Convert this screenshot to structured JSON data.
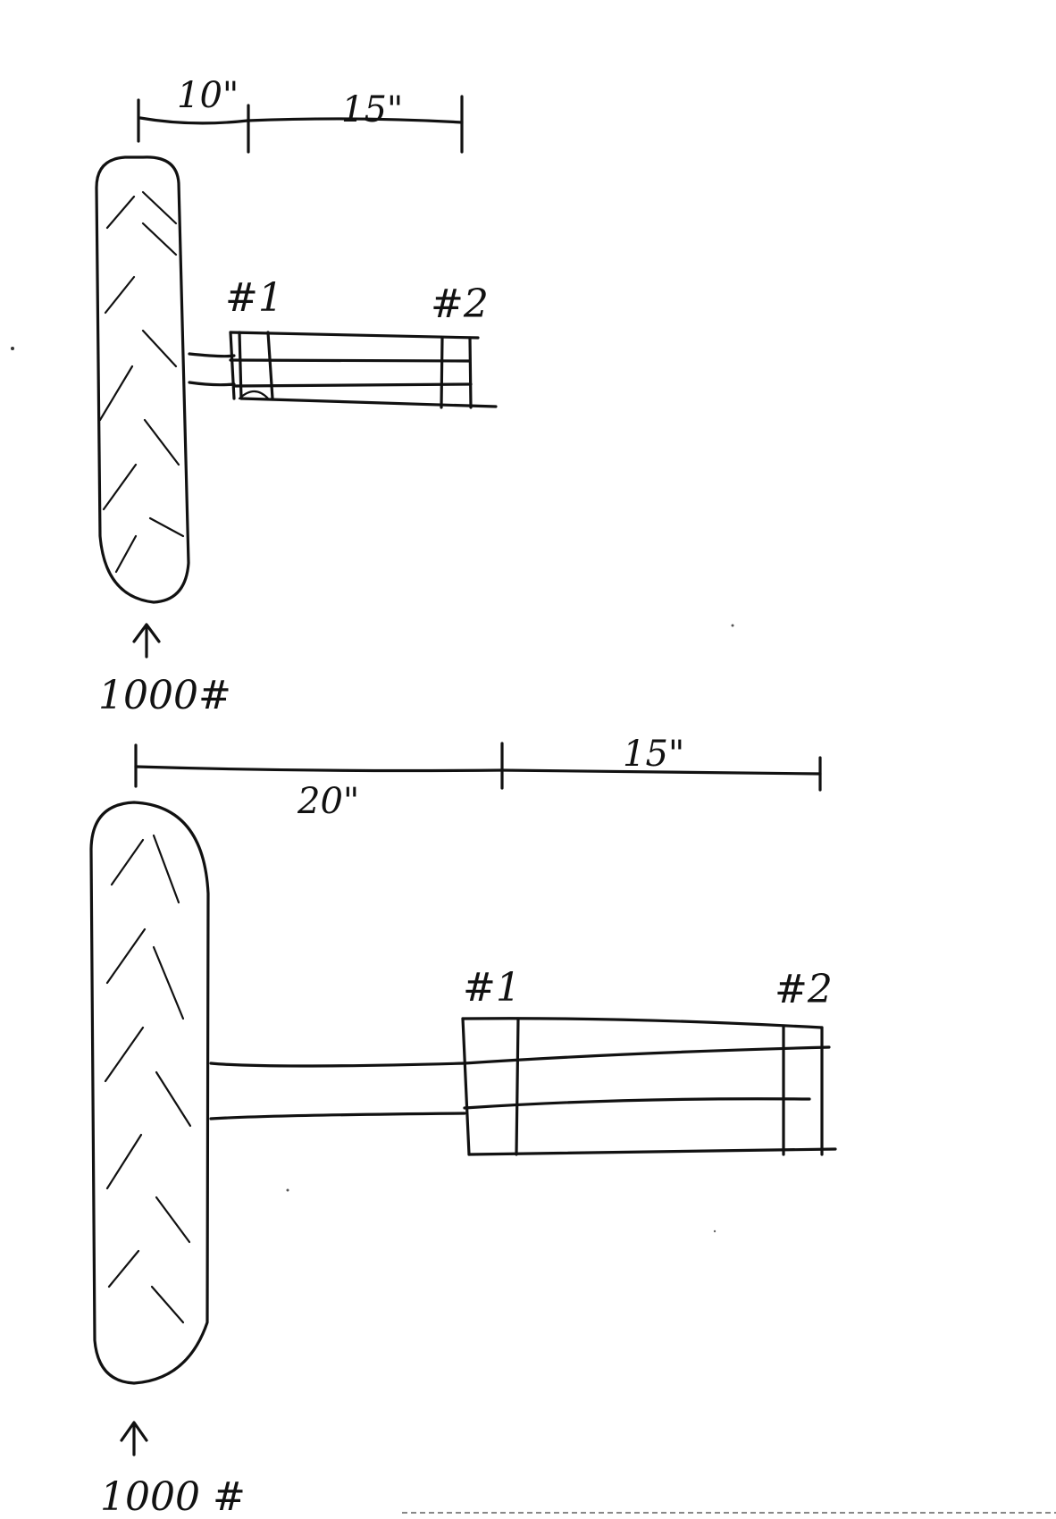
{
  "diagram_1": {
    "dim_left_label": "10\"",
    "dim_right_label": "15\"",
    "point_1_label": "#1",
    "point_2_label": "#2",
    "load_label": "1000#"
  },
  "diagram_2": {
    "dim_left_label": "20\"",
    "dim_right_label": "15\"",
    "point_1_label": "#1",
    "point_2_label": "#2",
    "load_label": "1000 #"
  }
}
